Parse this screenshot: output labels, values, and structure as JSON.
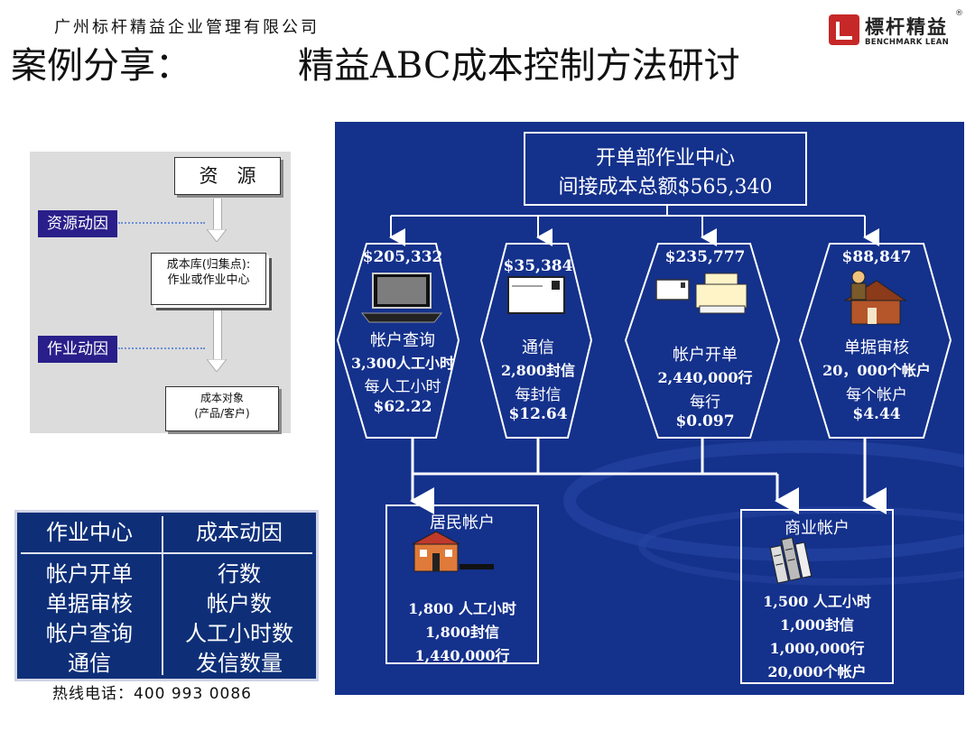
{
  "header": {
    "company": "广州标杆精益企业管理有限公司",
    "title_prefix": "案例分享：",
    "title_main": "精益ABC成本控制方法研讨",
    "logo_cn": "標杆精益",
    "logo_en": "BENCHMARK LEAN",
    "logo_reg": "®"
  },
  "flow": {
    "resource": "资　源",
    "resource_driver": "资源动因",
    "cost_pool_line1": "成本库(归集点):",
    "cost_pool_line2": "作业或作业中心",
    "activity_driver": "作业动因",
    "cost_object_line1": "成本对象",
    "cost_object_line2": "(产品/客户)"
  },
  "table": {
    "headers": [
      "作业中心",
      "成本动因"
    ],
    "centers": [
      "帐户开单",
      "单据审核",
      "帐户查询",
      "通信"
    ],
    "drivers": [
      "行数",
      "帐户数",
      "人工小时数",
      "发信数量"
    ]
  },
  "hotline": "热线电话：400 993 0086",
  "diagram": {
    "top_line1": "开单部作业中心",
    "top_line2": "间接成本总额$565,340",
    "activities": [
      {
        "amount": "$205,332",
        "name": "帐户查询",
        "line2": "3,300人工小时",
        "line3": "每人工小时",
        "rate": "$62.22"
      },
      {
        "amount": "$35,384",
        "name": "通信",
        "line2": "2,800封信",
        "line3": "每封信",
        "rate": "$12.64"
      },
      {
        "amount": "$235,777",
        "name": "帐户开单",
        "line2": "2,440,000行",
        "line3": "每行",
        "rate": "$0.097"
      },
      {
        "amount": "$88,847",
        "name": "单据审核",
        "line2": "20，000个帐户",
        "line3": "每个帐户",
        "rate": "$4.44"
      }
    ],
    "residential": {
      "title": "居民帐户",
      "l1": "1,800 人工小时",
      "l2": "1,800封信",
      "l3": "1,440,000行"
    },
    "commercial": {
      "title": "商业帐户",
      "l1": "1,500 人工小时",
      "l2": "1,000封信",
      "l3": "1,000,000行",
      "l4": "20,000个帐户"
    }
  },
  "colors": {
    "panel_bg": "#14318c",
    "tag_bg": "#2a1f8a",
    "logo_red": "#c62828",
    "table_bg": "#0e2f78"
  }
}
